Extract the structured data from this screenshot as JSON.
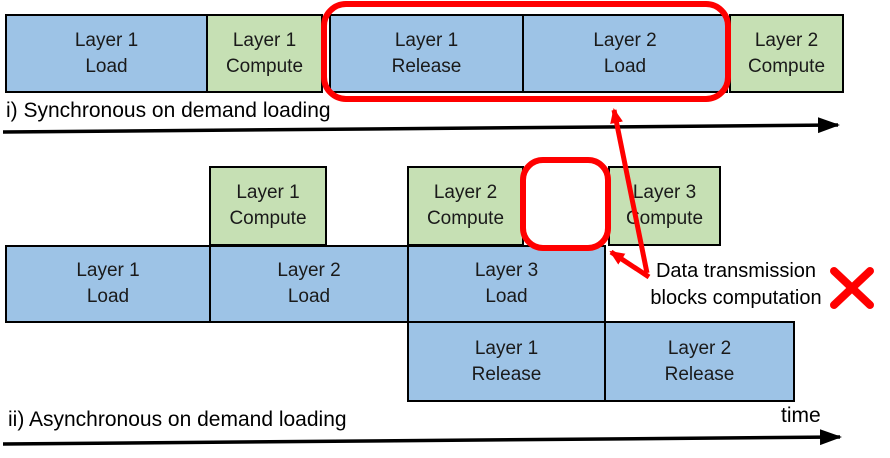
{
  "colors": {
    "load_fill": "#9DC3E6",
    "compute_fill": "#C6E0B4",
    "box_border": "#000000",
    "highlight_red": "#FF0000",
    "axis_black": "#000000"
  },
  "diagram_sync": {
    "caption": "i) Synchronous on demand loading",
    "boxes": [
      {
        "line1": "Layer 1",
        "line2": "Load",
        "kind": "load"
      },
      {
        "line1": "Layer 1",
        "line2": "Compute",
        "kind": "compute"
      },
      {
        "line1": "Layer 1",
        "line2": "Release",
        "kind": "load"
      },
      {
        "line1": "Layer 2",
        "line2": "Load",
        "kind": "load"
      },
      {
        "line1": "Layer 2",
        "line2": "Compute",
        "kind": "compute"
      }
    ]
  },
  "diagram_async": {
    "caption": "ii) Asynchronous on demand loading",
    "compute_row": [
      {
        "line1": "Layer 1",
        "line2": "Compute",
        "kind": "compute"
      },
      {
        "line1": "Layer 2",
        "line2": "Compute",
        "kind": "compute"
      },
      {
        "line1": "Layer 3",
        "line2": "Compute",
        "kind": "compute"
      }
    ],
    "load_row": [
      {
        "line1": "Layer 1",
        "line2": "Load",
        "kind": "load"
      },
      {
        "line1": "Layer 2",
        "line2": "Load",
        "kind": "load"
      },
      {
        "line1": "Layer 3",
        "line2": "Load",
        "kind": "load"
      }
    ],
    "release_row": [
      {
        "line1": "Layer 1",
        "line2": "Release",
        "kind": "load"
      },
      {
        "line1": "Layer 2",
        "line2": "Release",
        "kind": "load"
      }
    ]
  },
  "annotation": {
    "line1": "Data transmission",
    "line2": "blocks computation"
  },
  "time_label": "time"
}
